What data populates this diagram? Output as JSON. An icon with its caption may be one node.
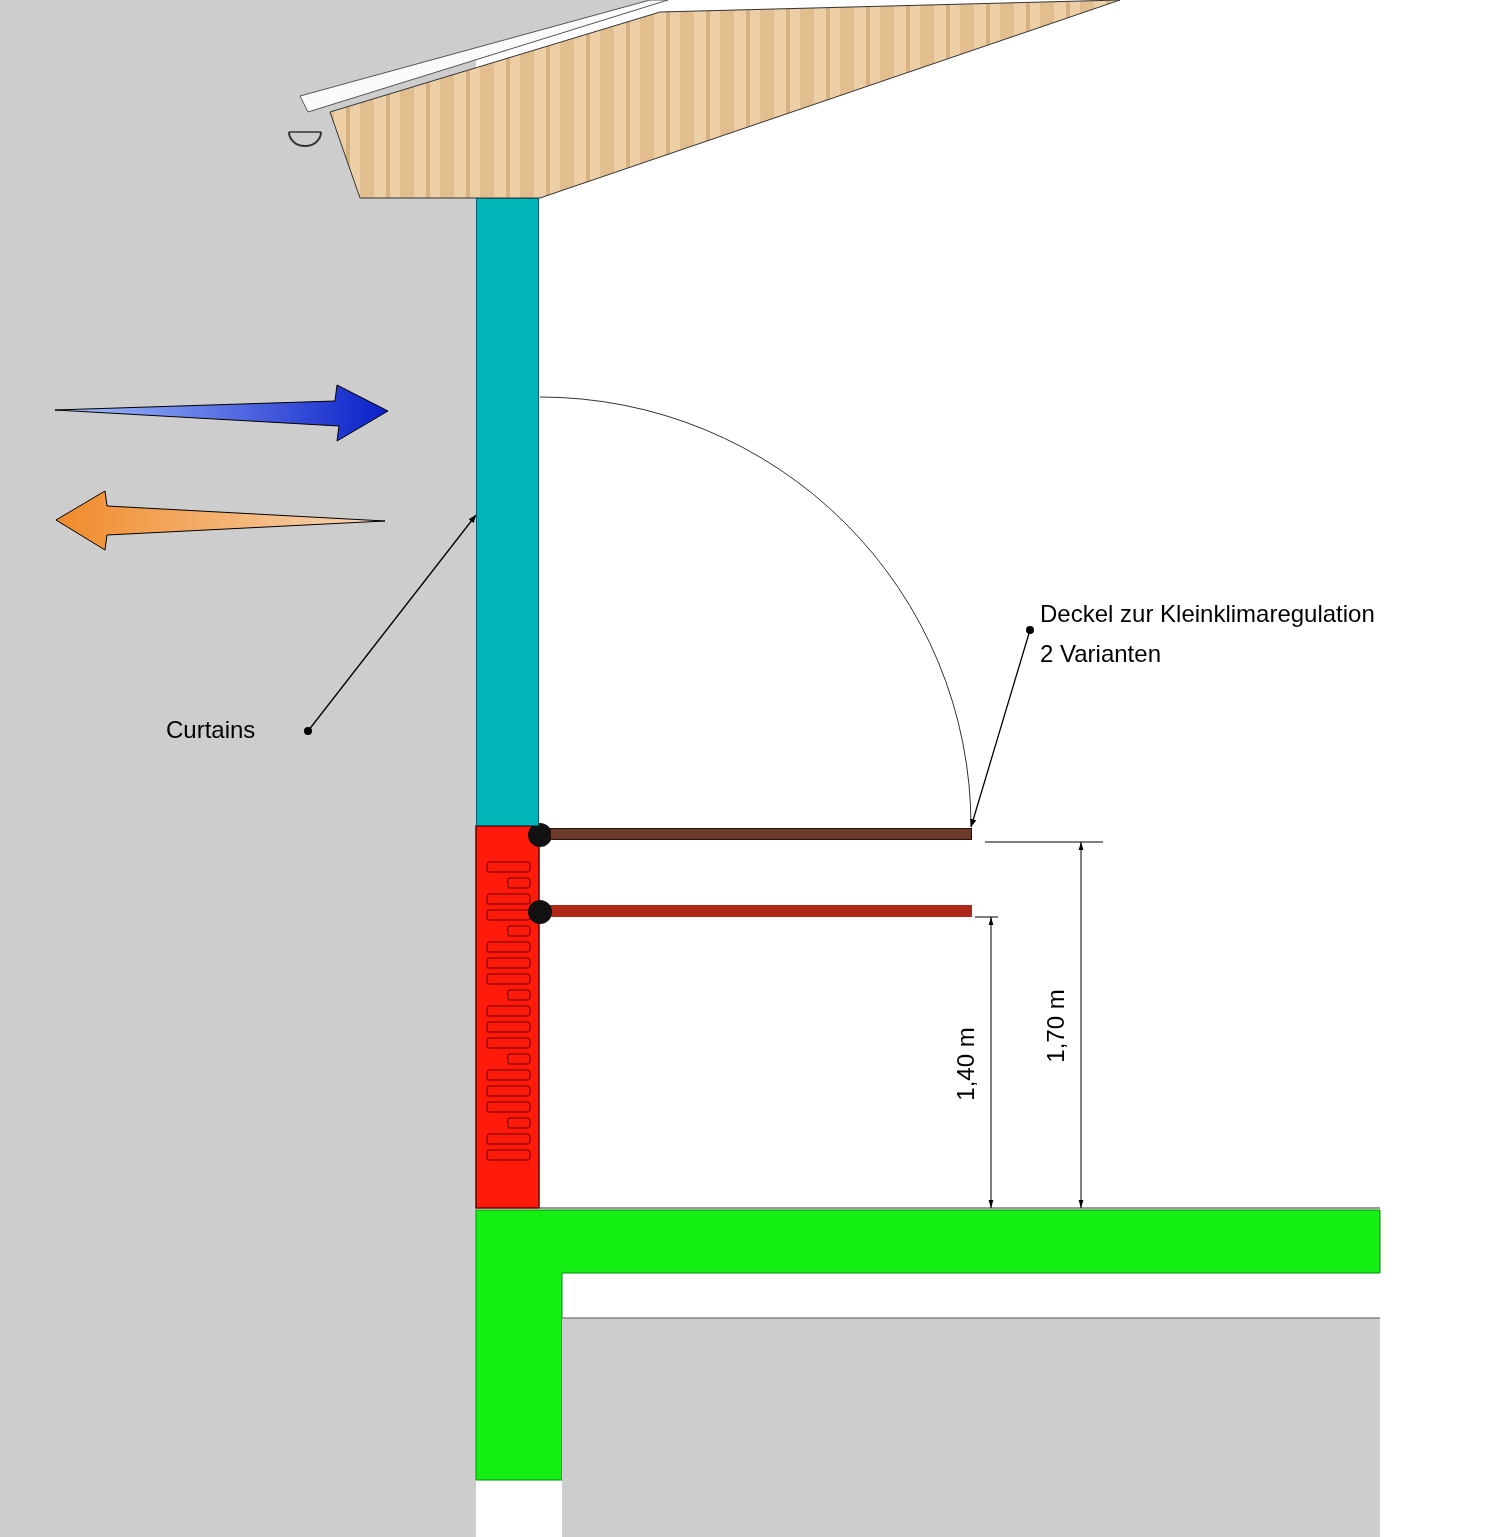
{
  "diagram": {
    "nodes": [
      {
        "text": [
          "Curtains"
        ]
      },
      {
        "text": [],
        "shape": "bar"
      },
      {
        "text": [
          "Deckel zur Kleinklimaregulation",
          "2 Varianten"
        ]
      },
      {
        "text": [],
        "shape": "bar"
      }
    ],
    "edges": [
      {
        "from": 0,
        "to": 1,
        "arrow": "to"
      },
      {
        "from": 2,
        "to": 3,
        "arrow": "to"
      }
    ],
    "labels": [
      "1,40 m",
      "1,70 m"
    ]
  }
}
